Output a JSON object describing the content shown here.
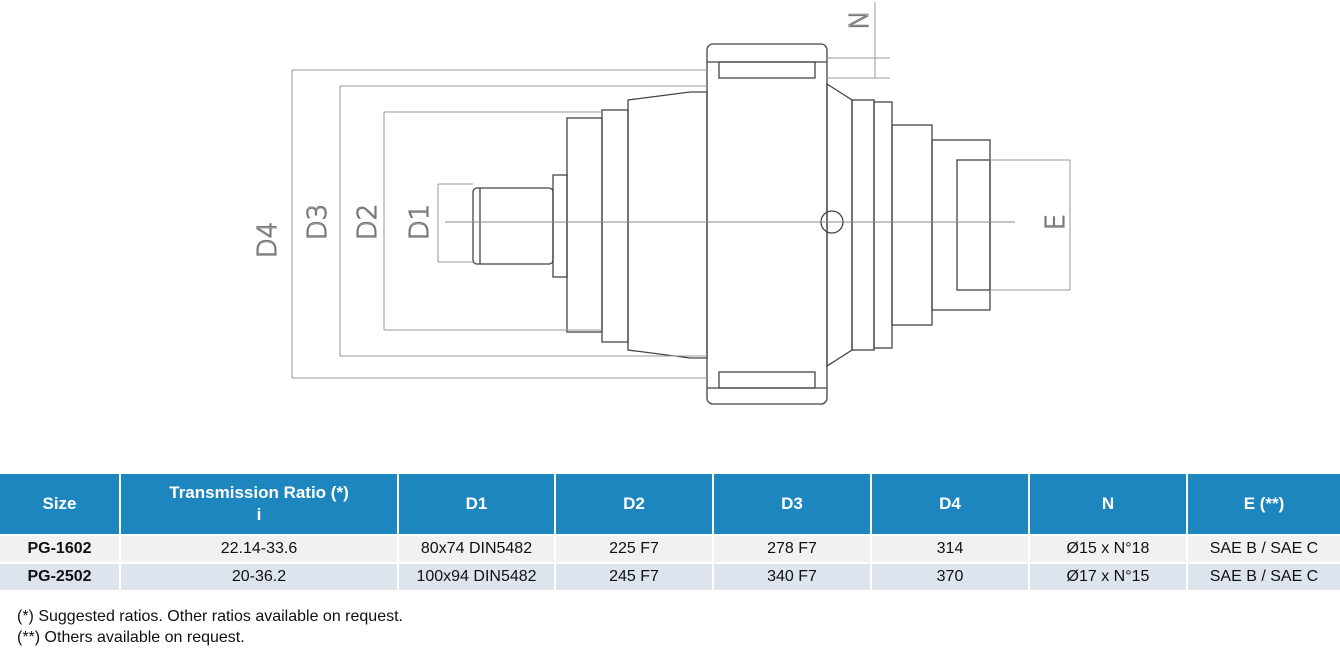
{
  "drawing": {
    "labels": {
      "d1": "D1",
      "d2": "D2",
      "d3": "D3",
      "d4": "D4",
      "e": "E",
      "n": "N"
    }
  },
  "table": {
    "headers": {
      "size": "Size",
      "ratio_line1": "Transmission Ratio (*)",
      "ratio_line2": "i",
      "d1": "D1",
      "d2": "D2",
      "d3": "D3",
      "d4": "D4",
      "n": "N",
      "e": "E (**)"
    },
    "rows": [
      {
        "size": "PG-1602",
        "ratio": "22.14-33.6",
        "d1": "80x74 DIN5482",
        "d2": "225 F7",
        "d3": "278 F7",
        "d4": "314",
        "n": "Ø15 x N°18",
        "e": "SAE B / SAE C"
      },
      {
        "size": "PG-2502",
        "ratio": "20-36.2",
        "d1": "100x94 DIN5482",
        "d2": "245 F7",
        "d3": "340 F7",
        "d4": "370",
        "n": "Ø17 x N°15",
        "e": "SAE B / SAE C"
      }
    ]
  },
  "notes": {
    "note1": "(*) Suggested ratios. Other ratios available on request.",
    "note2": "(**) Others available on request."
  },
  "colors": {
    "header_bg": "#1e86bf",
    "row_even": "#f1f1f1",
    "row_odd": "#dde4ee",
    "line": "#444444"
  }
}
